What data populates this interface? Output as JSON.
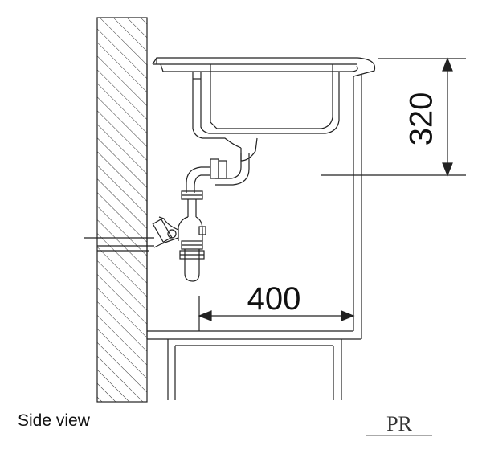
{
  "caption": "Side view",
  "dimensions": {
    "height_label": "320",
    "depth_label": "400"
  },
  "logo": {
    "text": "PR"
  },
  "colors": {
    "line": "#222222",
    "background": "#ffffff"
  }
}
